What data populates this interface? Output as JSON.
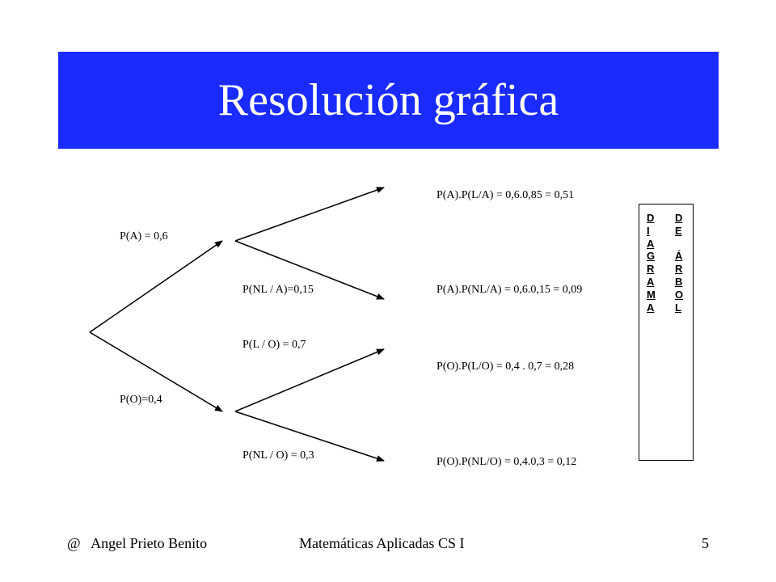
{
  "title": "Resolución gráfica",
  "branch_labels": {
    "pa": "P(A) = 0,6",
    "po": "P(O)=0,4",
    "pnl_a": "P(NL / A)=0,15",
    "pl_o": "P(L / O) = 0,7",
    "pnl_o": "P(NL / O) = 0,3"
  },
  "results": {
    "r1": "P(A).P(L/A) = 0,6.0,85 = 0,51",
    "r2": "P(A).P(NL/A) = 0,6.0,15 = 0,09",
    "r3": "P(O).P(L/O) = 0,4 . 0,7 = 0,28",
    "r4": "P(O).P(NL/O) = 0,4.0,3 = 0,12"
  },
  "side_box": {
    "left_column": [
      "D",
      "I",
      "A",
      "G",
      "R",
      "A",
      "M",
      "A"
    ],
    "right_column": [
      "D",
      "E",
      "",
      "Á",
      "R",
      "B",
      "O",
      "L"
    ]
  },
  "footer": {
    "author": "@   Angel Prieto Benito",
    "course": "Matemáticas Aplicadas CS I",
    "page": "5"
  },
  "colors": {
    "title_bar": "#1a2bff",
    "title_text": "#ffffff",
    "lines": "#000000"
  }
}
